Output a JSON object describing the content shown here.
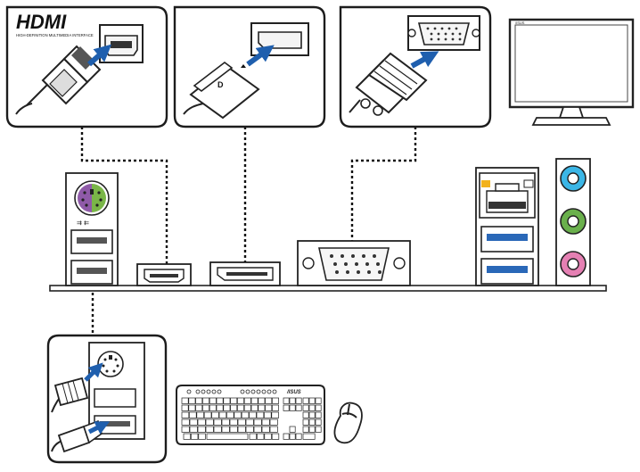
{
  "hdmi_logo": {
    "text": "HDMI",
    "tagline": "HIGH-DEFINITION MULTIMEDIA INTERFACE"
  },
  "brand": {
    "text": "/ISUS"
  },
  "colors": {
    "arrow": "#1f5fae",
    "ps2_mouse": "#7ab648",
    "ps2_keyboard": "#8f5aa8",
    "usb3": "#2a68b8",
    "audio_blue": "#3bb6e6",
    "audio_green": "#6ab04c",
    "audio_pink": "#e580b3",
    "lan_led_amber": "#f2b21c"
  },
  "icons": {
    "hdmi": "hdmi-connector-icon",
    "displayport": "displayport-connector-icon",
    "vga": "vga-connector-icon",
    "monitor": "monitor-icon",
    "keyboard": "keyboard-icon",
    "mouse": "mouse-icon"
  }
}
